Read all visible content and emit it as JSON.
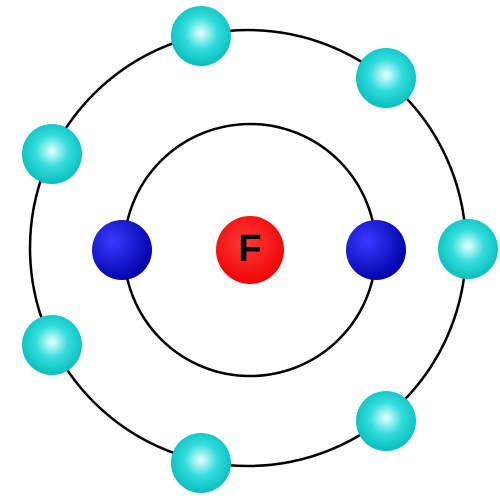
{
  "nucleus": {
    "symbol": "F",
    "color": "#ff0000",
    "text_color": "#000000"
  },
  "shells": [
    {
      "name": "inner",
      "electron_count": 2,
      "electron_color": "#0000cc"
    },
    {
      "name": "outer",
      "electron_count": 7,
      "electron_color": "#00cccc"
    }
  ],
  "orbit_color": "#000000"
}
